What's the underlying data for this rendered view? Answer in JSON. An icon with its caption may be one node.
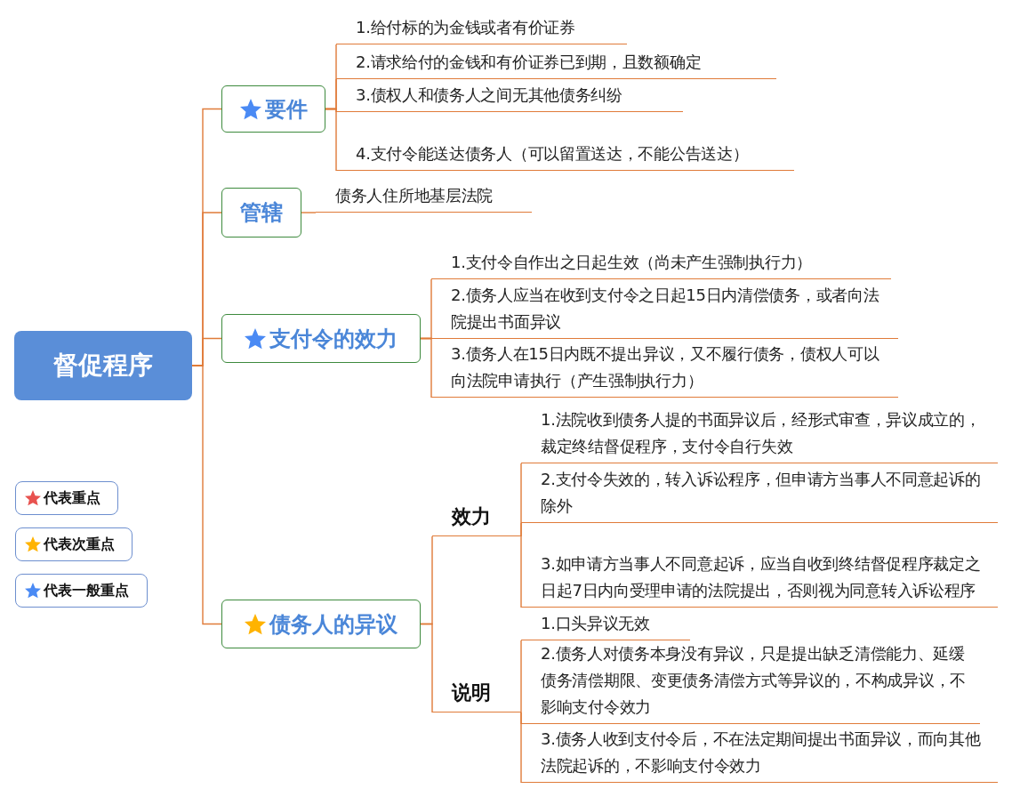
{
  "diagram": {
    "nodes": [
      {
        "text": [
          "督促程序"
        ]
      },
      {
        "text": [
          "要件"
        ]
      },
      {
        "text": [
          "1.给付标的为金钱或者有价证券"
        ]
      },
      {
        "text": [
          "2.请求给付的金钱和有价证券已到期，且数额确定"
        ]
      },
      {
        "text": [
          "3.债权人和债务人之间无其他债务纠纷"
        ]
      },
      {
        "text": [
          "4.支付令能送达债务人（可以留置送达，不能公告送达）"
        ]
      },
      {
        "text": [
          "管辖"
        ]
      },
      {
        "text": [
          "债务人住所地基层法院"
        ]
      },
      {
        "text": [
          "支付令的效力"
        ]
      },
      {
        "text": [
          "1.支付令自作出之日起生效（尚未产生强制执行力）"
        ]
      },
      {
        "text": [
          "2.债务人应当在收到支付令之日起15日内清偿债务，或者向法院提出书面异议"
        ]
      },
      {
        "text": [
          "3.债务人在15日内既不提出异议，又不履行债务，债权人可以向法院申请执行（产生强制执行力）"
        ]
      },
      {
        "text": [
          "债务人的异议"
        ]
      },
      {
        "text": [
          "效力"
        ]
      },
      {
        "text": [
          "1.法院收到债务人提的书面异议后，经形式审查，异议成立的，裁定终结督促程序，支付令自行失效"
        ]
      },
      {
        "text": [
          "2.支付令失效的，转入诉讼程序，但申请方当事人不同意起诉的除外"
        ]
      },
      {
        "text": [
          "3.如申请方当事人不同意起诉，应当自收到终结督促程序裁定之日起7日内向受理申请的法院提出，否则视为同意转入诉讼程序"
        ]
      },
      {
        "text": [
          "说明"
        ]
      },
      {
        "text": [
          "1.口头异议无效"
        ]
      },
      {
        "text": [
          "2.债务人对债务本身没有异议，只是提出缺乏清偿能力、延缓债务清偿期限、变更债务清偿方式等异议的，不构成异议，不影响支付令效力"
        ]
      },
      {
        "text": [
          "3.债务人收到支付令后，不在法定期间提出书面异议，而向其他法院起诉的，不影响支付令效力"
        ]
      }
    ],
    "edges": [
      {
        "from": 0,
        "to": 1,
        "arrow": "none"
      },
      {
        "from": 0,
        "to": 6,
        "arrow": "none"
      },
      {
        "from": 0,
        "to": 8,
        "arrow": "none"
      },
      {
        "from": 0,
        "to": 12,
        "arrow": "none"
      },
      {
        "from": 1,
        "to": 2,
        "arrow": "none"
      },
      {
        "from": 1,
        "to": 3,
        "arrow": "none"
      },
      {
        "from": 1,
        "to": 4,
        "arrow": "none"
      },
      {
        "from": 1,
        "to": 5,
        "arrow": "none"
      },
      {
        "from": 6,
        "to": 7,
        "arrow": "none"
      },
      {
        "from": 8,
        "to": 9,
        "arrow": "none"
      },
      {
        "from": 8,
        "to": 10,
        "arrow": "none"
      },
      {
        "from": 8,
        "to": 11,
        "arrow": "none"
      },
      {
        "from": 12,
        "to": 13,
        "arrow": "none"
      },
      {
        "from": 12,
        "to": 17,
        "arrow": "none"
      },
      {
        "from": 13,
        "to": 14,
        "arrow": "none"
      },
      {
        "from": 13,
        "to": 15,
        "arrow": "none"
      },
      {
        "from": 13,
        "to": 16,
        "arrow": "none"
      },
      {
        "from": 17,
        "to": 18,
        "arrow": "none"
      },
      {
        "from": 17,
        "to": 19,
        "arrow": "none"
      },
      {
        "from": 17,
        "to": 20,
        "arrow": "none"
      }
    ],
    "legend": [
      {
        "text": "代表重点",
        "color": "#e8524f"
      },
      {
        "text": "代表次重点",
        "color": "#ffb300"
      },
      {
        "text": "代表一般重点",
        "color": "#4a8af4"
      }
    ]
  }
}
